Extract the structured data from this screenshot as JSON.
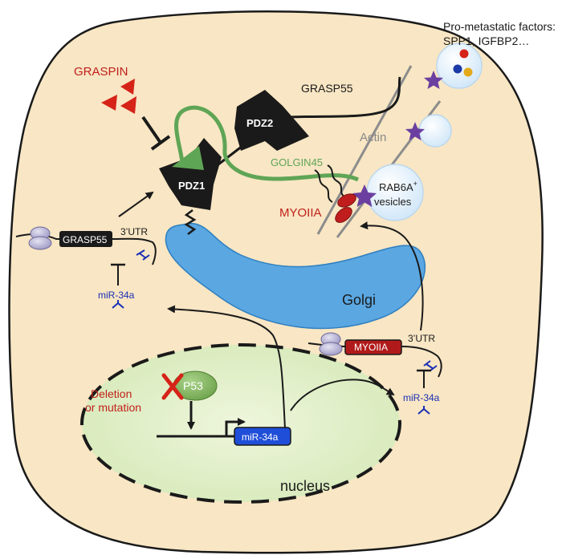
{
  "labels": {
    "pro_metastatic_line1": "Pro-metastatic factors:",
    "pro_metastatic_line2": "SPP1, IGFBP2…",
    "graspin": "GRASPIN",
    "grasp55": "GRASP55",
    "pdz2": "PDZ2",
    "pdz1": "PDZ1",
    "golgin45": "GOLGIN45",
    "actin": "Actin",
    "rab6a_line1": "RAB6A",
    "rab6a_sup": "+",
    "rab6a_line2": "vesicles",
    "myoiia": "MYOIIA",
    "golgi": "Golgi",
    "grasp55_box": "GRASP55",
    "utr_left": "3’UTR",
    "mir34a_left": "miR-34a",
    "myoiia_box": "MYOIIA",
    "utr_right": "3’UTR",
    "mir34a_right": "miR-34a",
    "p53": "P53",
    "deletion_line1": "Deletion",
    "deletion_line2": "or mutation",
    "mir34a_gene": "miR-34a",
    "nucleus": "nucleus"
  },
  "colors": {
    "cell_fill": "#f8e6c4",
    "nucleus_fill": "#e2efc9",
    "golgi_fill": "#5aa7e2",
    "graspin_red": "#d62318",
    "golgin_green": "#5fa556",
    "mir_blue": "#1a2fb5",
    "gene_box_blue": "#1f4ed8",
    "myoiia_box": "#b11a1a",
    "myoiia_motor": "#c01e1e",
    "p53_green": "#8fbf6a",
    "star_purple": "#6b3fa0",
    "vesicle_blue": "#d7ecfb",
    "ribosome": "#b9b5d6"
  }
}
